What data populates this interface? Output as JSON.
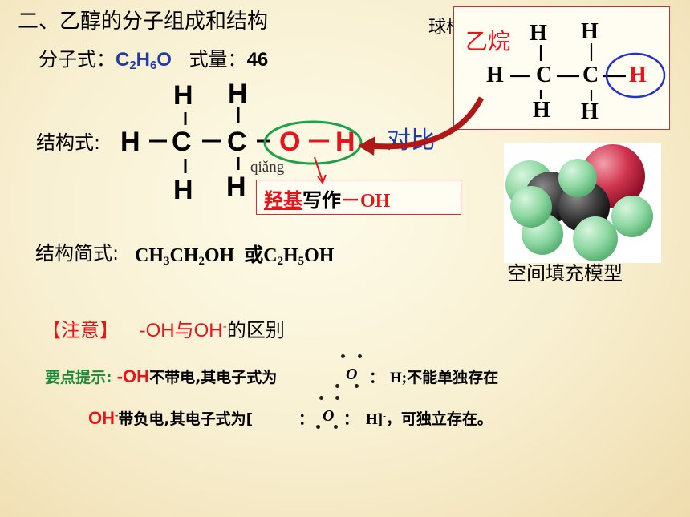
{
  "section_title": "二、乙醇的分子组成和结构",
  "formula": {
    "label": "分子式：",
    "c": "C",
    "c_n": "2",
    "h": "H",
    "h_n": "6",
    "o": "O",
    "weight_label": "式量：",
    "weight_value": "46"
  },
  "structural": {
    "label": "结构式:",
    "h": "H",
    "c": "C",
    "o": "O",
    "pinyin": "qiǎng"
  },
  "hydroxyl": {
    "term": "羟基",
    "written_as": "写作",
    "group": "－OH"
  },
  "compare_label": "对比",
  "ethane": {
    "label": "乙烷",
    "h": "H",
    "c": "C",
    "ball_model_label": "球棍"
  },
  "space_filling_label": "空间填充模型",
  "condensed": {
    "label": "结构简式:",
    "f1_a": "CH",
    "f1_n1": "3",
    "f1_b": "CH",
    "f1_n2": "2",
    "f1_c": "OH",
    "or": "或",
    "f2_a": "C",
    "f2_n1": "2",
    "f2_b": "H",
    "f2_n2": "5",
    "f2_c": "OH"
  },
  "note": {
    "bracket_label": "【注意】",
    "a": "-OH与OH",
    "sup": "-",
    "b": "的区别"
  },
  "tip": {
    "label": "要点提示:",
    "oh": " -OH",
    "text1": "不带电,其电子式为",
    "o": "O",
    "colon": "：",
    "text2": "H;不能单独存在"
  },
  "hydroxide": {
    "oh": "OH",
    "sup": "-",
    "text1": "带负电,其电子式为[",
    "colon1": "：",
    "o": "O",
    "colon2": "：",
    "h_close": "H]",
    "sup2": "-",
    "text2": "，可独立存在。"
  },
  "colors": {
    "title_red": "#e8141c",
    "formula_blue": "#1f3da8",
    "tip_green": "#1d8a3a",
    "arrow_red": "#b01818"
  }
}
